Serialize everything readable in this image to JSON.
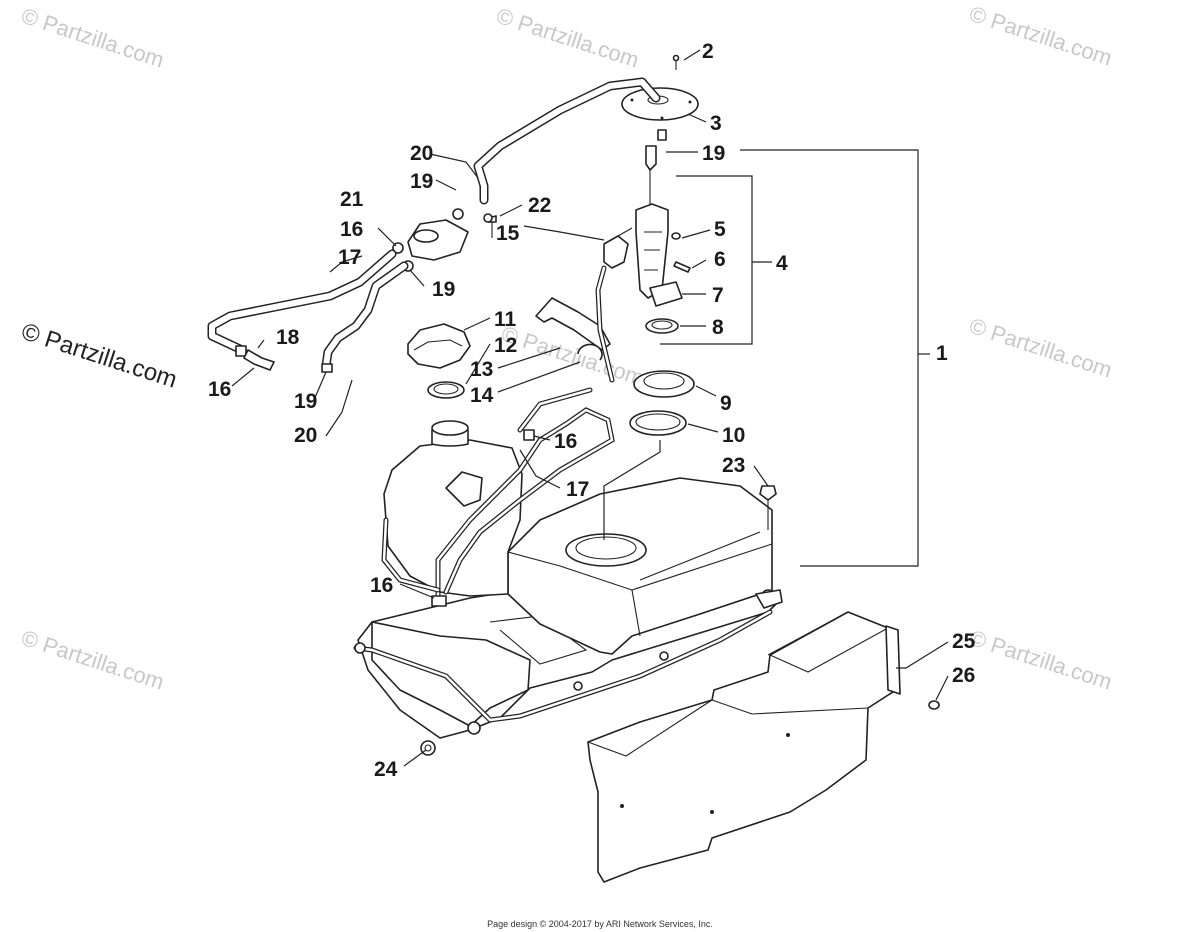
{
  "watermarks": {
    "faint": "© Partzilla.com",
    "strong": "© Partzilla.com"
  },
  "callouts": [
    "1",
    "2",
    "3",
    "4",
    "5",
    "6",
    "7",
    "8",
    "9",
    "10",
    "11",
    "12",
    "13",
    "14",
    "15",
    "16",
    "16",
    "16",
    "16",
    "17",
    "17",
    "18",
    "19",
    "19",
    "19",
    "19",
    "20",
    "20",
    "21",
    "22",
    "23",
    "24",
    "25",
    "26"
  ],
  "footer": {
    "text": "Page design © 2004-2017 by ARI Network Services, Inc."
  }
}
